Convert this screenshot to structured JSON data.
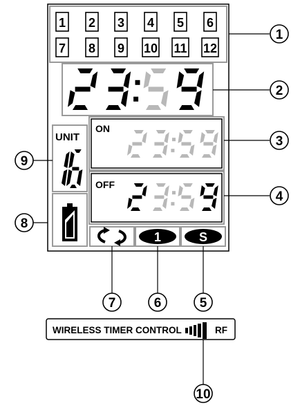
{
  "days": [
    "1",
    "2",
    "3",
    "4",
    "5",
    "6",
    "7",
    "8",
    "9",
    "10",
    "11",
    "12"
  ],
  "main_time": {
    "d1": "2",
    "d2": "3",
    "d3": "5",
    "d4": "9"
  },
  "on_timer": {
    "label": "ON",
    "d1": "2",
    "d2": "3",
    "d3": "5",
    "d4": "9"
  },
  "off_timer": {
    "label": "OFF",
    "d1": "2",
    "d2": "3",
    "d3": "5",
    "d4": "9"
  },
  "unit": {
    "label": "UNIT",
    "d1": "1",
    "d2": "6"
  },
  "mode_icons": {
    "repeat": "repeat-arrows-icon",
    "one": "1",
    "s": "S"
  },
  "bar": {
    "text": "WIRELESS TIMER CONTROL",
    "rf": "RF",
    "signal": "signal-bars-icon"
  },
  "callouts": [
    "1",
    "2",
    "3",
    "4",
    "5",
    "6",
    "7",
    "8",
    "9",
    "10"
  ],
  "colors": {
    "lit": "#000000",
    "unlit": "#b8b8b8",
    "frame": "#9a9a9a"
  }
}
